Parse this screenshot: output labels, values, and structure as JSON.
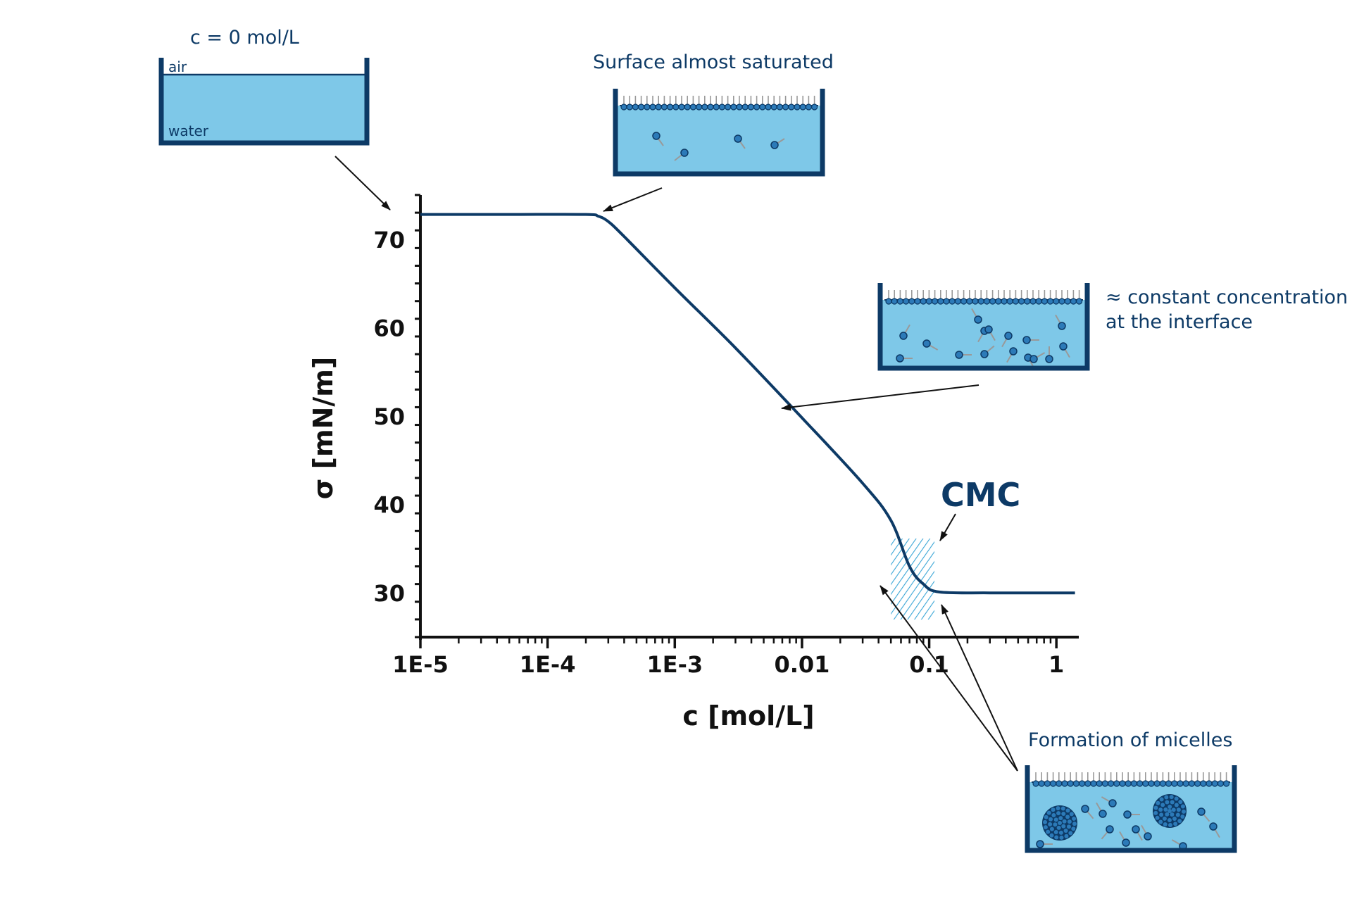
{
  "colors": {
    "navy": "#0d3a66",
    "water": "#7ec8e8",
    "molecule": "#2c7ab8",
    "tail": "#999999",
    "hatch": "#3ba6d6",
    "axis": "#111111"
  },
  "annotations": {
    "pure_water": "c = 0 mol/L",
    "air": "air",
    "water": "water",
    "saturated": "Surface almost saturated",
    "constant_line1": "≈ constant concentration",
    "constant_line2": "at the interface",
    "cmc": "CMC",
    "micelles": "Formation of micelles"
  },
  "chart_data": {
    "type": "line",
    "xscale": "log",
    "xlabel": "c [mol/L]",
    "ylabel": "σ [mN/m]",
    "xlim": [
      1e-05,
      1.5
    ],
    "ylim": [
      25,
      75
    ],
    "x_ticks": [
      1e-05,
      0.0001,
      0.001,
      0.01,
      0.1,
      1
    ],
    "x_tick_labels": [
      "1E-5",
      "1E-4",
      "1E-3",
      "0.01",
      "0.1",
      "1"
    ],
    "y_ticks": [
      30,
      40,
      50,
      60,
      70
    ],
    "y_tick_labels": [
      "30",
      "40",
      "50",
      "60",
      "70"
    ],
    "grid": false,
    "series": [
      {
        "x": [
          1e-05,
          5e-05,
          0.0002,
          0.00025,
          0.0003,
          0.0004,
          0.001,
          0.003,
          0.01,
          0.03,
          0.05,
          0.07,
          0.09,
          0.12,
          0.3,
          1.4
        ],
        "y": [
          72.8,
          72.8,
          72.8,
          72.6,
          72.0,
          70.3,
          64.5,
          57.7,
          49.8,
          42.4,
          38.2,
          33.0,
          31.0,
          30.1,
          30.0,
          30.0
        ]
      }
    ],
    "cmc_range": [
      0.05,
      0.11
    ]
  }
}
